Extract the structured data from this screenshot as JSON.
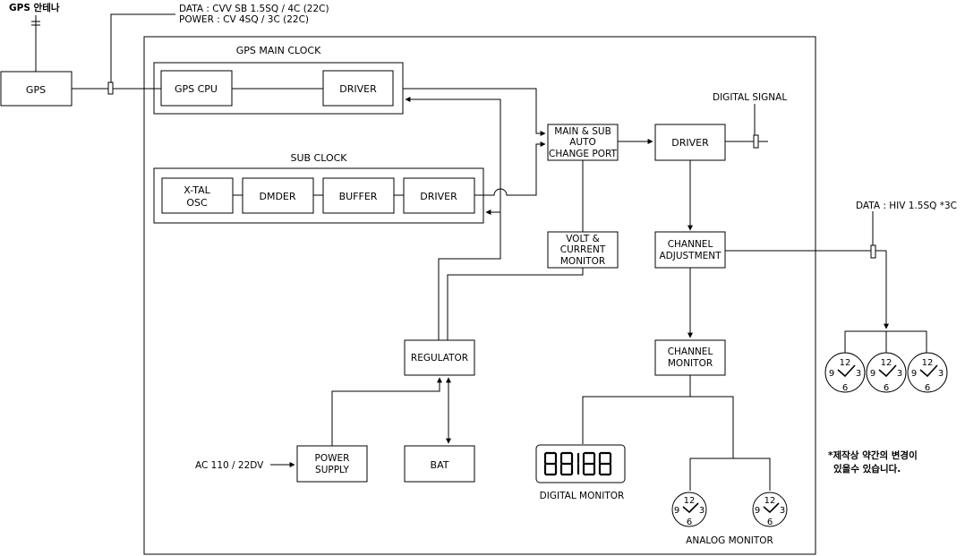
{
  "antenna_label": "GPS 안테나",
  "cable_main": {
    "line1": "DATA : CVV SB 1.5SQ / 4C (22C)",
    "line2": "POWER : CV 4SQ / 3C (22C)"
  },
  "cable_data": "DATA : HIV 1.5SQ *3C",
  "digital_signal": "DIGITAL SIGNAL",
  "groups": {
    "main_clock": "GPS MAIN CLOCK",
    "sub_clock": "SUB CLOCK"
  },
  "blocks": {
    "gps": "GPS",
    "gps_cpu": "GPS CPU",
    "main_driver": "DRIVER",
    "xtal": [
      "X-TAL",
      "OSC"
    ],
    "dmder": "DMDER",
    "buffer": "BUFFER",
    "sub_driver": "DRIVER",
    "change_port": [
      "MAIN & SUB",
      "AUTO",
      "CHANGE PORT"
    ],
    "out_driver": "DRIVER",
    "volt_monitor": [
      "VOLT &",
      "CURRENT",
      "MONITOR"
    ],
    "channel_adj": [
      "CHANNEL",
      "ADJUSTMENT"
    ],
    "channel_mon": [
      "CHANNEL",
      "MONITOR"
    ],
    "regulator": "REGULATOR",
    "power_supply": [
      "POWER",
      "SUPPLY"
    ],
    "bat": "BAT"
  },
  "ac_input": "AC 110 / 22DV",
  "digital_monitor": "DIGITAL MONITOR",
  "analog_monitor": "ANALOG MONITOR",
  "dial_numbers": {
    "top": "12",
    "left": "9",
    "right": "3",
    "bottom": "6"
  },
  "note": {
    "line1": "*제작상 약간의 변경이",
    "line2": "있을수 있습니다."
  }
}
